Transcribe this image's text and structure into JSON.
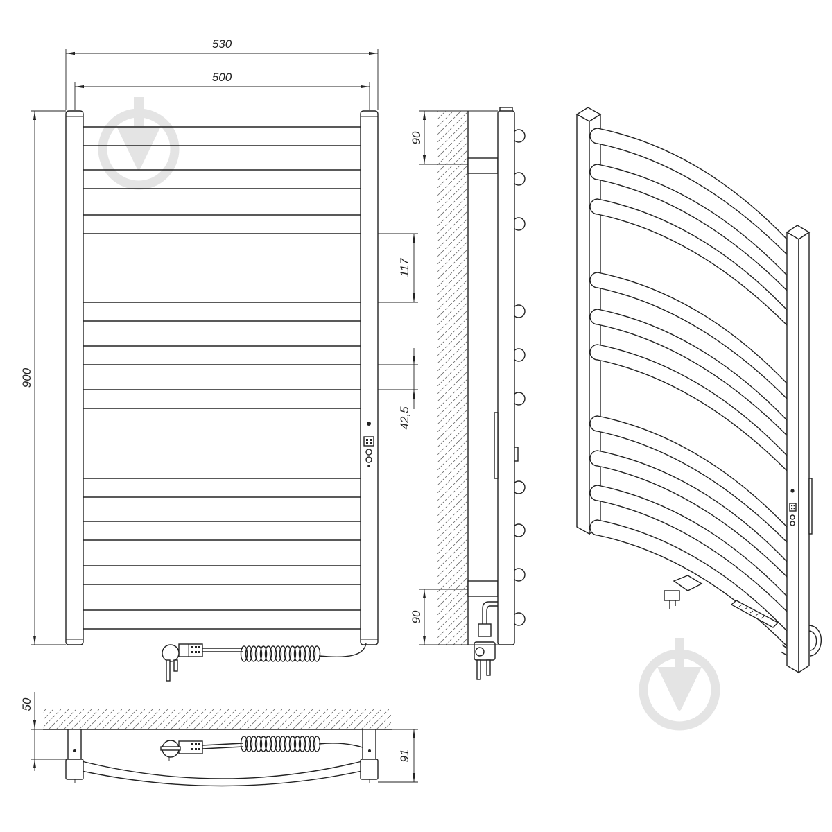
{
  "dimensions": {
    "overall_width": "530",
    "bar_length": "500",
    "overall_height": "900",
    "bar_group_gap": "117",
    "bar_spacing": "42,5",
    "side_top": "90",
    "side_bottom": "90",
    "top_view_left": "50",
    "top_view_depth": "91"
  },
  "colors": {
    "line": "#222222",
    "watermark": "#e4e4e4",
    "hatch": "#666666"
  },
  "icons": {
    "watermark": "brand-watermark-icon",
    "control_panel": "control-panel-icon",
    "plug": "power-plug-icon"
  }
}
